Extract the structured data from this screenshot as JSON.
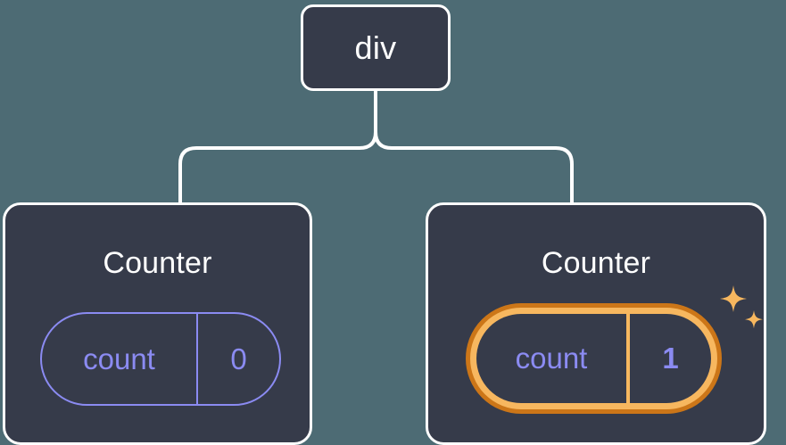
{
  "diagram": {
    "type": "component-tree",
    "title": "React component tree with highlighted state update",
    "background_color": "#4d6b74",
    "node_fill_color": "#363b4a",
    "node_border_color": "#ffffff",
    "connector_color": "#ffffff",
    "state_color": "#8b8bf2",
    "highlight_outer_color": "#cc7618",
    "highlight_inner_color": "#f7b75f",
    "root": {
      "label": "div"
    },
    "children": [
      {
        "label": "Counter",
        "state": {
          "key": "count",
          "value": "0"
        },
        "highlighted": false
      },
      {
        "label": "Counter",
        "state": {
          "key": "count",
          "value": "1"
        },
        "highlighted": true,
        "sparkle_count": 2
      }
    ]
  }
}
